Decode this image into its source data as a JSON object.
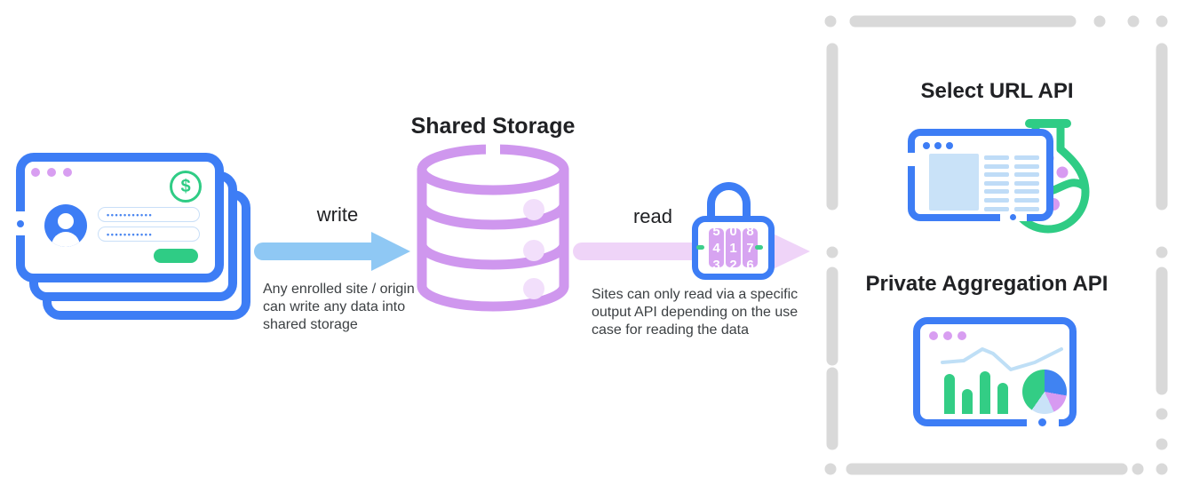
{
  "titles": {
    "shared_storage": "Shared Storage",
    "select_url_api": "Select URL API",
    "private_aggregation_api": "Private Aggregation API"
  },
  "flow": {
    "write_label": "write",
    "write_description": "Any enrolled site / origin can write any data into shared storage",
    "read_label": "read",
    "read_description": "Sites can only read via a specific output API depending on the use case for reading the data"
  },
  "login_card": {
    "currency_symbol": "$",
    "username_value": "•••••••••••",
    "password_value": "•••••••••••"
  },
  "lock": {
    "combination": "417",
    "dials": [
      {
        "above": "5",
        "digit": "4",
        "below": "3"
      },
      {
        "above": "0",
        "digit": "1",
        "below": "2"
      },
      {
        "above": "8",
        "digit": "7",
        "below": "6"
      }
    ]
  },
  "colors": {
    "blue": "#3d7df5",
    "write_arrow": "#8fc8f4",
    "read_arrow": "#efd4f8",
    "purple": "#d79af1",
    "green": "#33cd85",
    "dash_gray": "#d9d9d9"
  }
}
